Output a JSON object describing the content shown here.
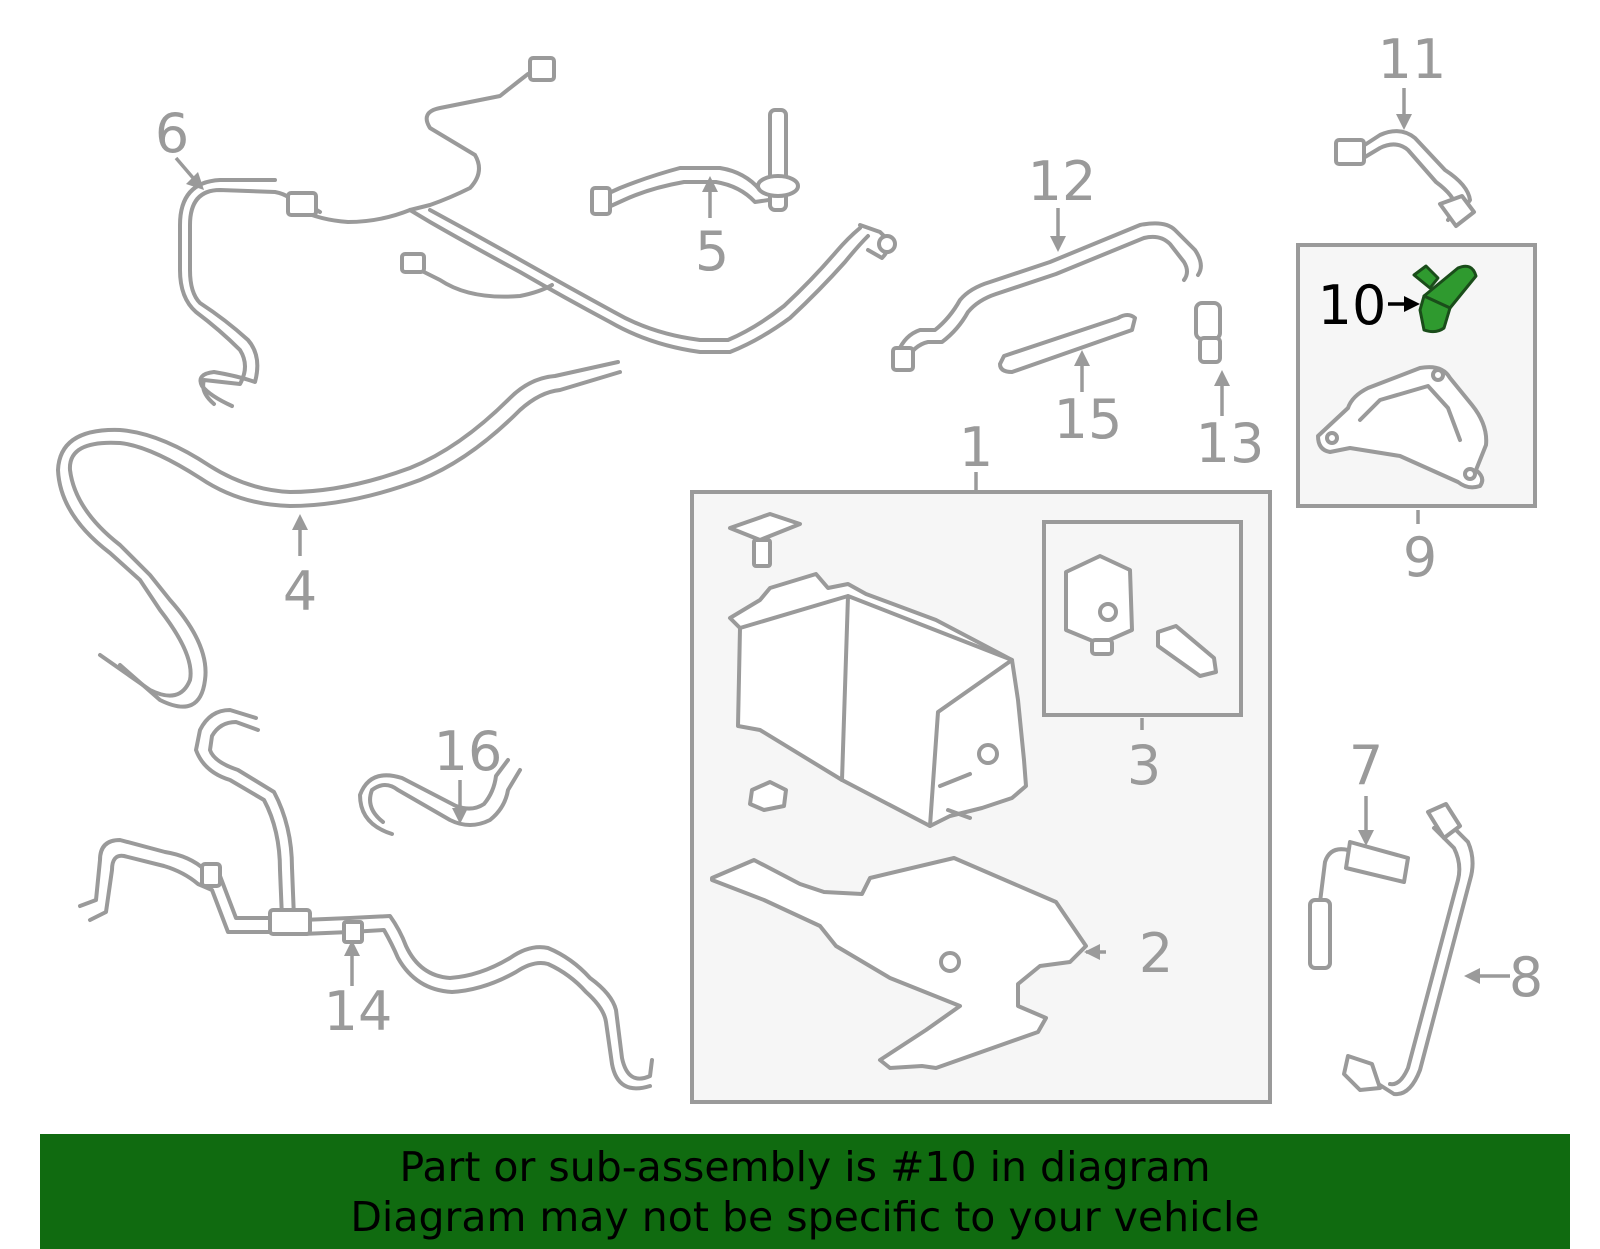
{
  "callouts": [
    "1",
    "2",
    "3",
    "4",
    "5",
    "6",
    "7",
    "8",
    "9",
    "10",
    "11",
    "12",
    "13",
    "14",
    "15",
    "16"
  ],
  "highlighted_part": "10",
  "colors": {
    "line": "#9a9a9a",
    "highlight": "#2f9a2f",
    "banner_bg": "#106b10",
    "box_bg": "#f6f6f6"
  },
  "banner": {
    "line1": "Part or sub-assembly is #10 in diagram",
    "line2": "Diagram may not be specific to your vehicle"
  }
}
